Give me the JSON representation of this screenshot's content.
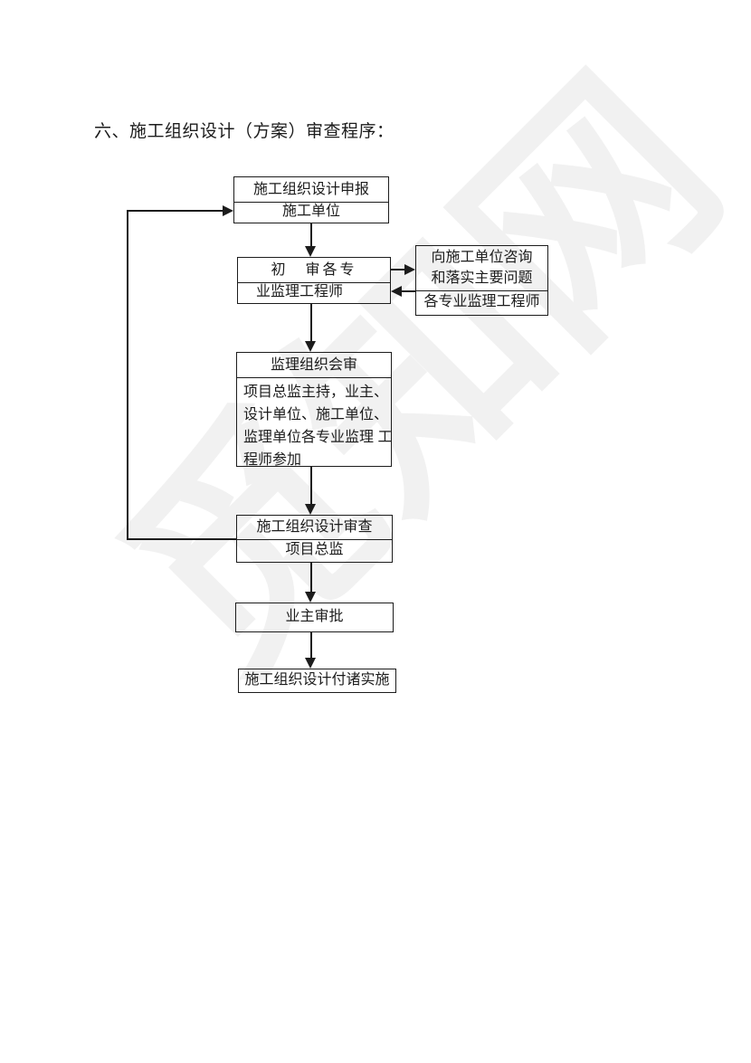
{
  "page": {
    "title": "六、施工组织设计（方案）审查程序："
  },
  "watermark": {
    "text": "觅知网"
  },
  "colors": {
    "line": "#1c1c1c",
    "background": "#ffffff",
    "watermark_tint": "rgba(0,0,0,0.055)"
  },
  "flowchart": {
    "submission": {
      "row1": "施工组织设计申报",
      "row2": "施工单位"
    },
    "initial_review": {
      "row1": "初　审各专",
      "row2": "业监理工程师"
    },
    "consult": {
      "line1": "向施工单位咨询",
      "line2": "和落实主要问题",
      "row2": "各专业监理工程师"
    },
    "joint_review": {
      "title": "监理组织会审",
      "body_lines": [
        "项目总监主持，业主、",
        "设计单位、施工单位、",
        "监理单位各专业监理 工",
        "程师参加"
      ]
    },
    "design_review": {
      "row1": "施工组织设计审查",
      "row2": "项目总监"
    },
    "owner_approval": {
      "label": "业主审批"
    },
    "implementation": {
      "label": "施工组织设计付诸实施"
    }
  }
}
